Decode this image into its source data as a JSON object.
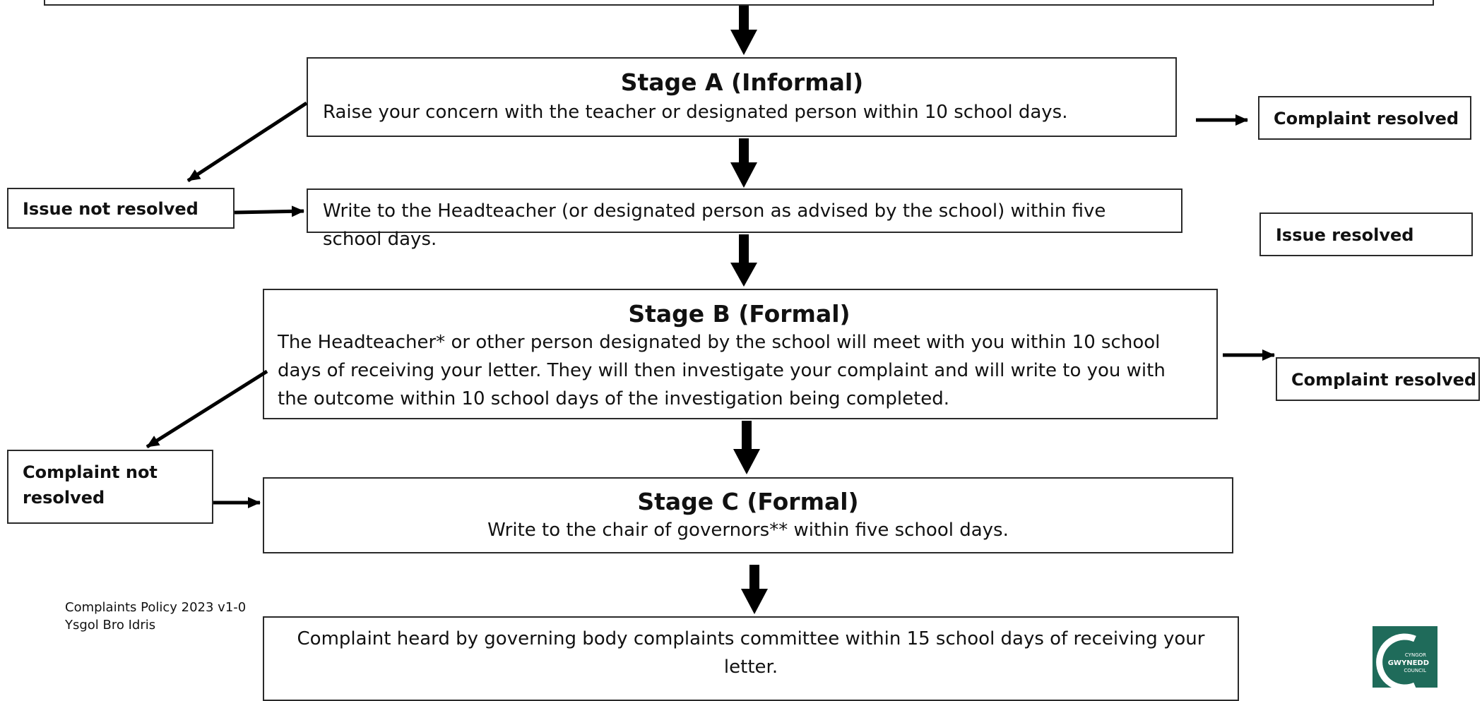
{
  "stage_a": {
    "title": "Stage A (Informal)",
    "text": "Raise your concern with the teacher or designated person within 10 school days."
  },
  "write_headteacher": "Write to the Headteacher (or designated person as advised by the school) within five school days.",
  "stage_b": {
    "title": "Stage B (Formal)",
    "text": "The Headteacher* or other person designated by the school will meet with you within 10 school days of receiving your letter. They will then investigate your complaint and will write to you with the outcome within 10 school days of the investigation being completed."
  },
  "stage_c": {
    "title": "Stage C (Formal)",
    "text": "Write to the chair of governors** within five school days."
  },
  "committee": "Complaint heard by governing body complaints committee within 15 school days of receiving your letter.",
  "side_boxes": {
    "complaint_resolved_a": "Complaint resolved",
    "issue_resolved": "Issue resolved",
    "complaint_resolved_b": "Complaint resolved",
    "issue_not_resolved": "Issue not resolved",
    "complaint_not_resolved": "Complaint not resolved"
  },
  "footer": {
    "policy": "Complaints Policy 2023  v1-0",
    "school": "Ysgol Bro Idris"
  },
  "logo": {
    "top_text": "CYNGOR",
    "main_text": "GWYNEDD",
    "bottom_text": "COUNCIL",
    "color": "#1f6b5a"
  },
  "colors": {
    "arrow": "#000000",
    "border": "#2a2a2a"
  }
}
